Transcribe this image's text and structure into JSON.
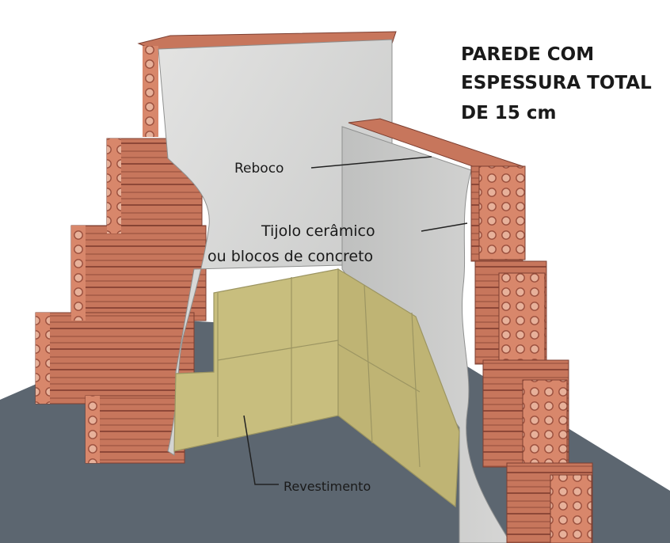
{
  "title_lines": [
    "PAREDE COM",
    "ESPESSURA TOTAL",
    "DE 15 cm"
  ],
  "labels": {
    "reboco": "Reboco",
    "tijolo_line1": "Tijolo cerâmico",
    "tijolo_line2": "ou blocos de concreto",
    "revestimento": "Revestimento"
  },
  "colors": {
    "floor": "#5c6670",
    "plaster": "#cfd0cf",
    "brick": "#c7765c",
    "tile": "#c8be7e"
  }
}
